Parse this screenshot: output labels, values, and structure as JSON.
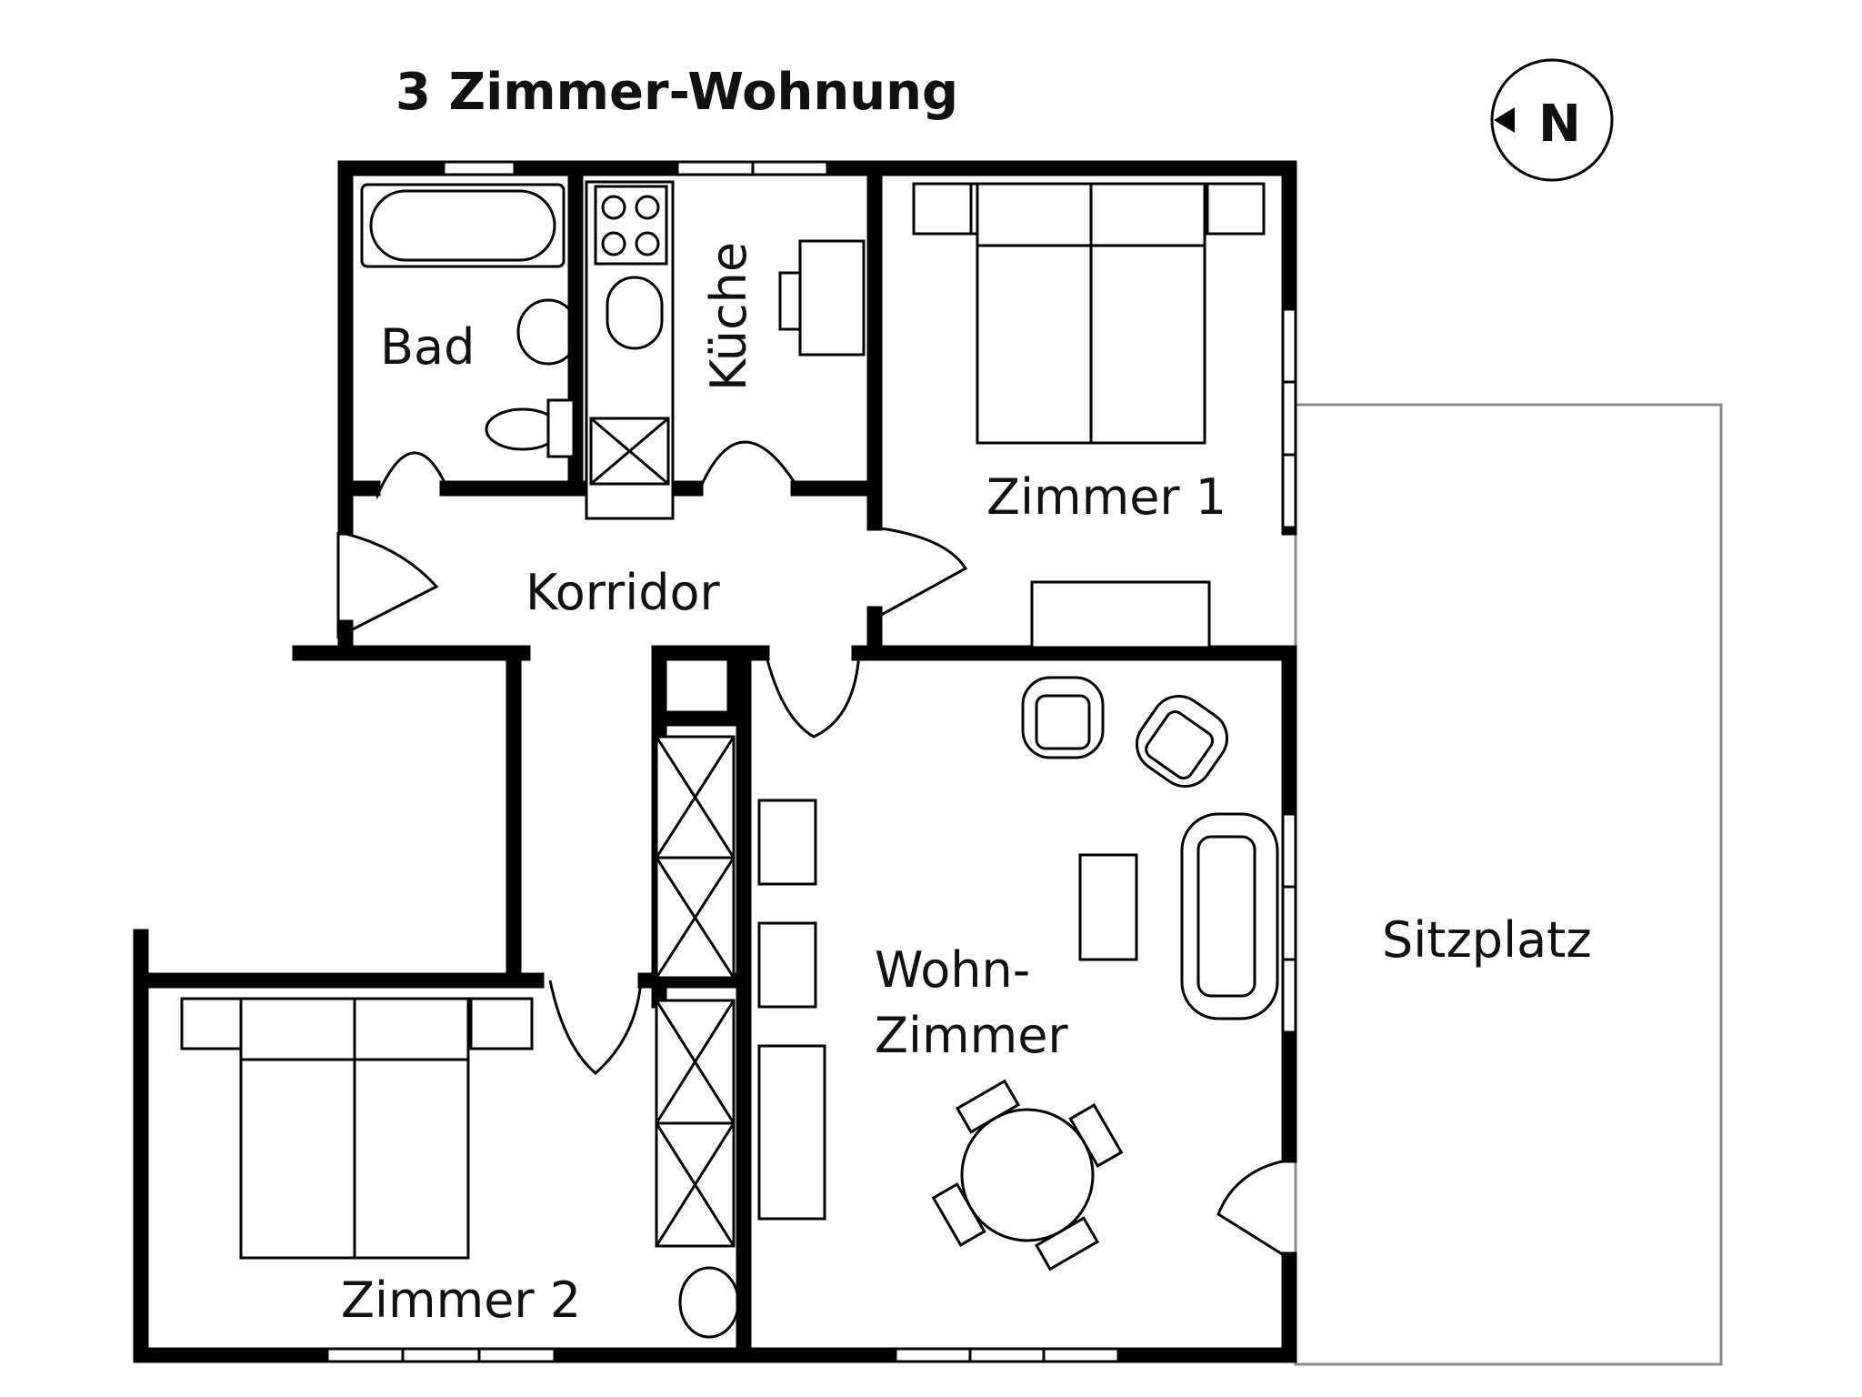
{
  "title": "3 Zimmer-Wohnung",
  "north_label": "N",
  "rooms": {
    "bad": "Bad",
    "kueche": "Küche",
    "zimmer1": "Zimmer 1",
    "korridor": "Korridor",
    "wohn_line1": "Wohn-",
    "wohn_line2": "Zimmer",
    "zimmer2": "Zimmer 2",
    "sitzplatz": "Sitzplatz"
  }
}
